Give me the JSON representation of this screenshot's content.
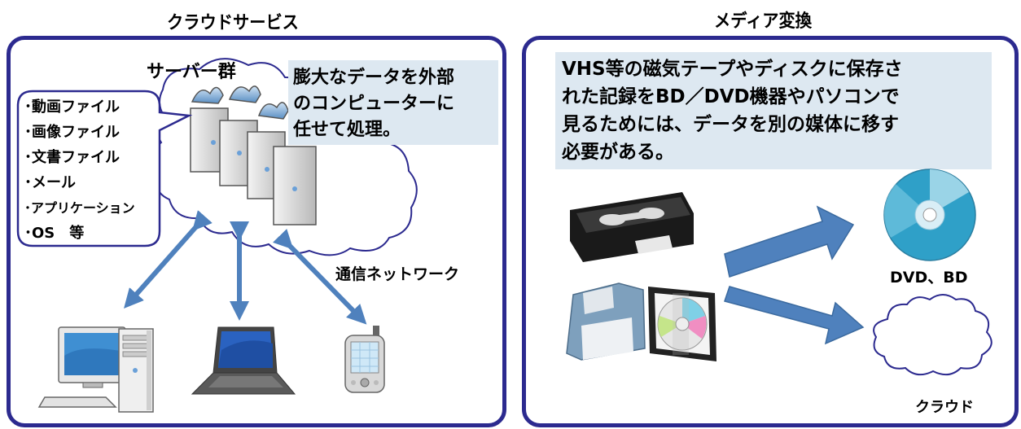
{
  "left": {
    "title": "クラウドサービス",
    "server_label": "サーバー群",
    "note_lines": [
      "膨大なデータを外部",
      "のコンピューターに",
      "任せて処理。"
    ],
    "files": [
      "･動画ファイル",
      "･画像ファイル",
      "･文書ファイル",
      "･メール",
      "･アプリケーション",
      "･OS　等"
    ],
    "network_label": "通信ネットワーク"
  },
  "right": {
    "title": "メディア変換",
    "note_lines": [
      "VHS等の磁気テープやディスクに保存さ",
      "れた記録をBD／DVD機器やパソコンで",
      "見るためには、データを別の媒体に移す",
      "必要がある。"
    ],
    "dvd_label": "DVD、BD",
    "cloud_label": "クラウド"
  },
  "colors": {
    "panel_border": "#2c2a8f",
    "note_bg": "#dde8f1",
    "arrow": "#4f81bd"
  }
}
